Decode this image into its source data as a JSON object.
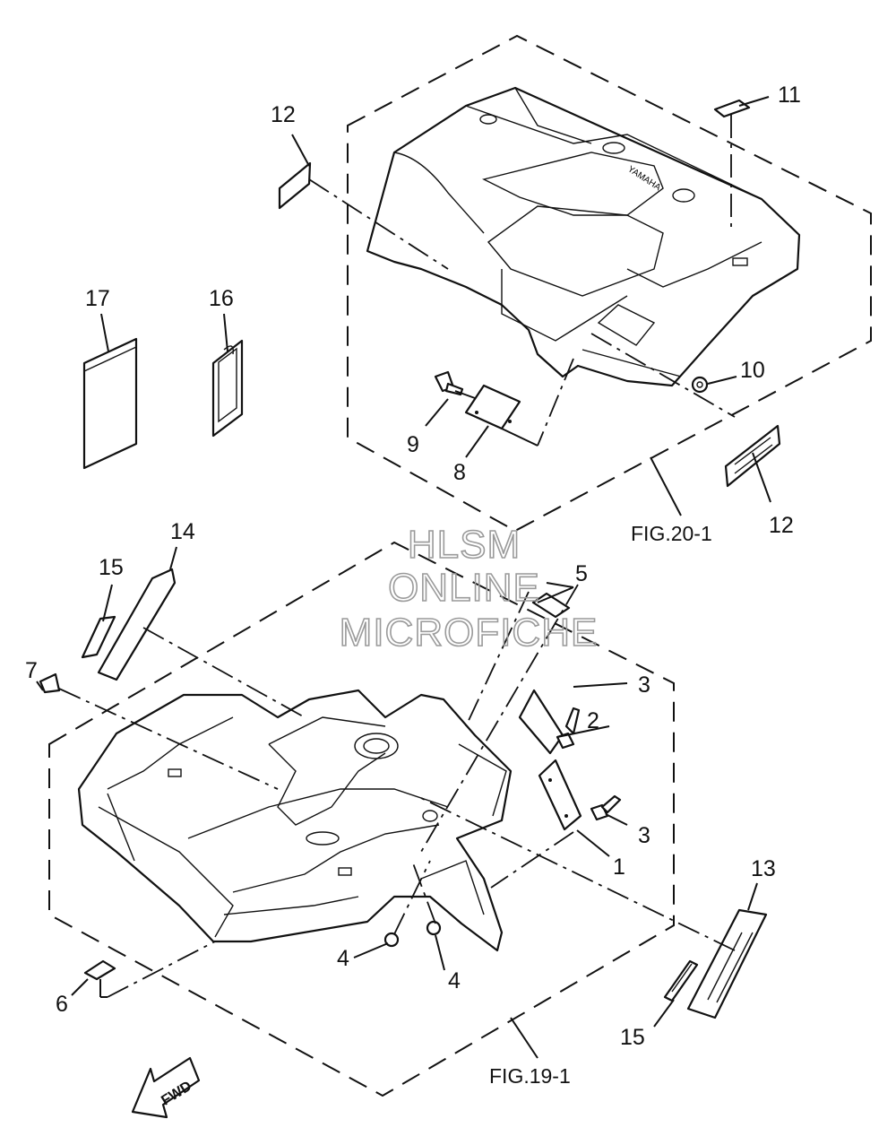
{
  "callouts": {
    "c1": "1",
    "c2": "2",
    "c3a": "3",
    "c3b": "3",
    "c4a": "4",
    "c4b": "4",
    "c5": "5",
    "c6": "6",
    "c7": "7",
    "c8": "8",
    "c9": "9",
    "c10": "10",
    "c11": "11",
    "c12a": "12",
    "c12b": "12",
    "c13": "13",
    "c14": "14",
    "c15a": "15",
    "c15b": "15",
    "c16": "16",
    "c17": "17"
  },
  "references": {
    "rear_fender": "FIG.20-1",
    "front_fender": "FIG.19-1"
  },
  "direction_arrow": "FWD",
  "watermark": {
    "line1": "HLSM",
    "line2": "ONLINE",
    "line3": "MICROFICHE"
  },
  "decal_text": {
    "rear_tank_mark": "YAMAHA"
  }
}
